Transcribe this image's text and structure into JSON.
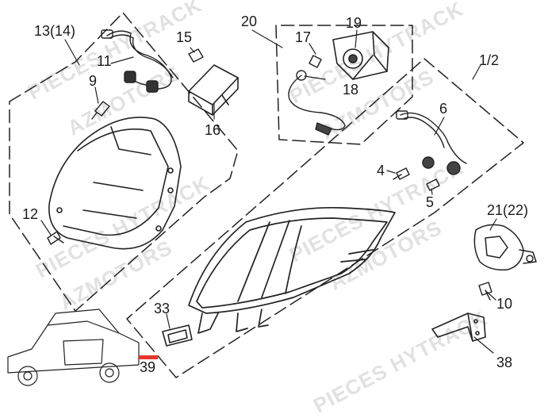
{
  "watermark": {
    "line1": "PIECES HYTRACK",
    "line2": "AZMOTORS"
  },
  "labels": {
    "p1": "1/2",
    "p4": "4",
    "p5": "5",
    "p6": "6",
    "p9": "9",
    "p10": "10",
    "p11": "11",
    "p12": "12",
    "p13": "13(14)",
    "p15": "15",
    "p16": "16",
    "p17": "17",
    "p18": "18",
    "p19": "19",
    "p20": "20",
    "p21": "21(22)",
    "p33": "33",
    "p38": "38",
    "p39": "39"
  },
  "colors": {
    "line": "#222222",
    "label": "#1a1a1a",
    "highlight": "#e8352a",
    "watermark": "#d7d7d7"
  }
}
